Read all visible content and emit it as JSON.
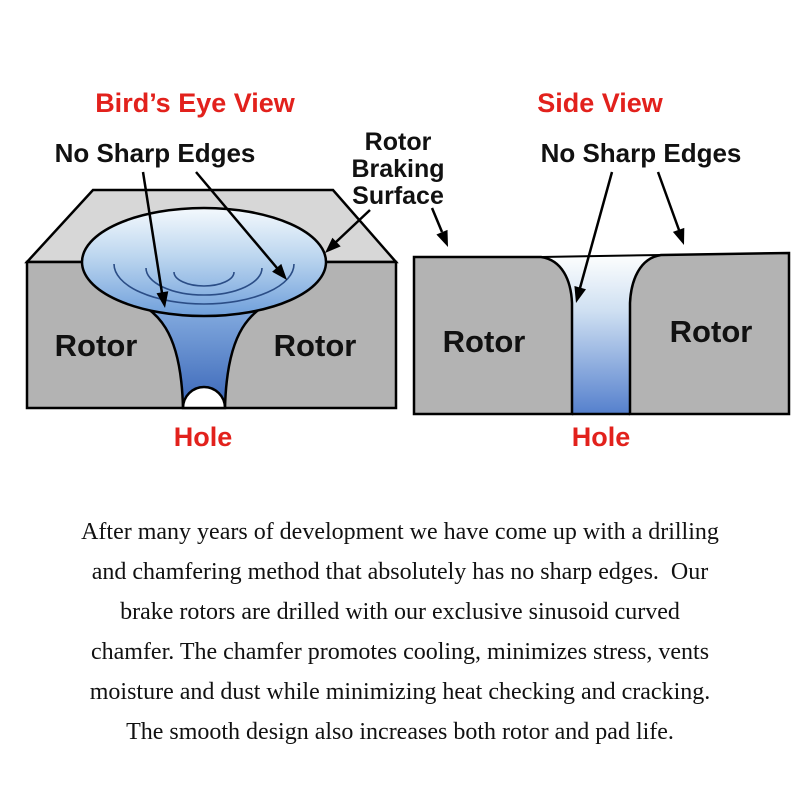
{
  "titles": {
    "birds_eye": "Bird’s Eye View",
    "side_view": "Side View"
  },
  "labels": {
    "no_sharp_edges_left": "No Sharp Edges",
    "no_sharp_edges_right": "No Sharp Edges",
    "braking_line1": "Rotor",
    "braking_line2": "Braking",
    "braking_line3": "Surface",
    "rotor": "Rotor",
    "hole": "Hole"
  },
  "paragraph": {
    "lines": [
      "After many years of development we have come up with a drilling",
      "and chamfering method that absolutely has no sharp edges.  Our",
      "brake rotors are drilled with our exclusive sinusoid curved",
      "chamfer. The chamfer promotes cooling, minimizes stress, vents",
      "moisture and dust while minimizing heat checking and cracking.",
      "The smooth design also increases both rotor and pad life."
    ]
  },
  "colors": {
    "heading_red": "#e2211c",
    "text_black": "#111111",
    "rotor_top_gray": "#d7d7d7",
    "rotor_face_gray": "#b3b3b3",
    "chamfer_blue_light": "#f2f8fd",
    "chamfer_blue_mid": "#6f9fdb",
    "chamfer_blue_dark": "#3a66b8",
    "outline_black": "#000000"
  }
}
